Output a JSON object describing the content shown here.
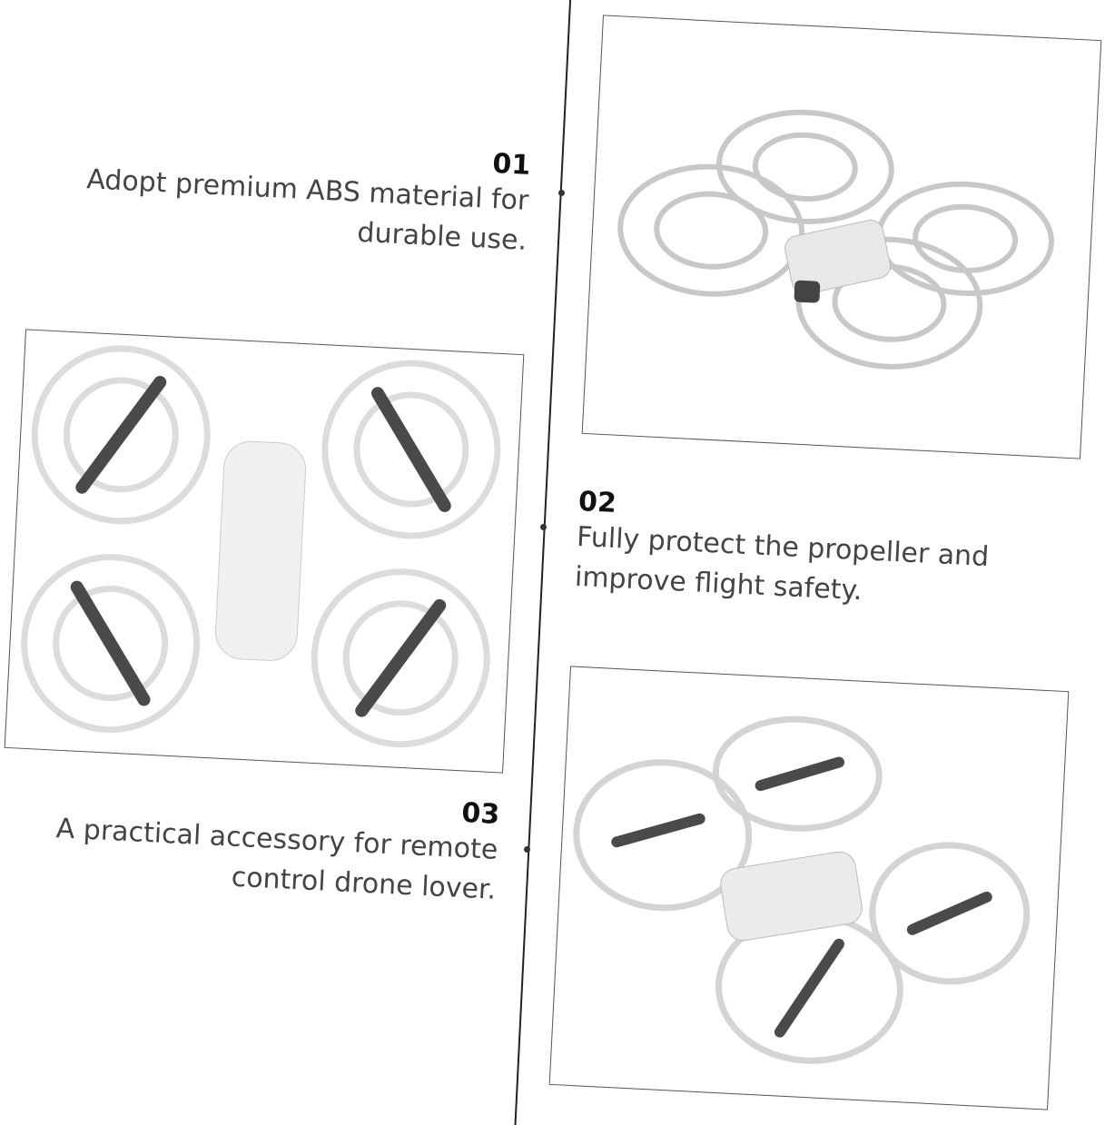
{
  "features": [
    {
      "number": "01",
      "lines": [
        "Adopt premium ABS material for",
        "durable use."
      ]
    },
    {
      "number": "02",
      "lines": [
        "Fully protect the propeller and",
        "improve flight safety."
      ]
    },
    {
      "number": "03",
      "lines": [
        "A practical accessory for remote",
        "control drone lover."
      ]
    }
  ],
  "colors": {
    "line": "#222222",
    "guard": "#e6e6e6",
    "propeller": "#4a4a4a"
  }
}
